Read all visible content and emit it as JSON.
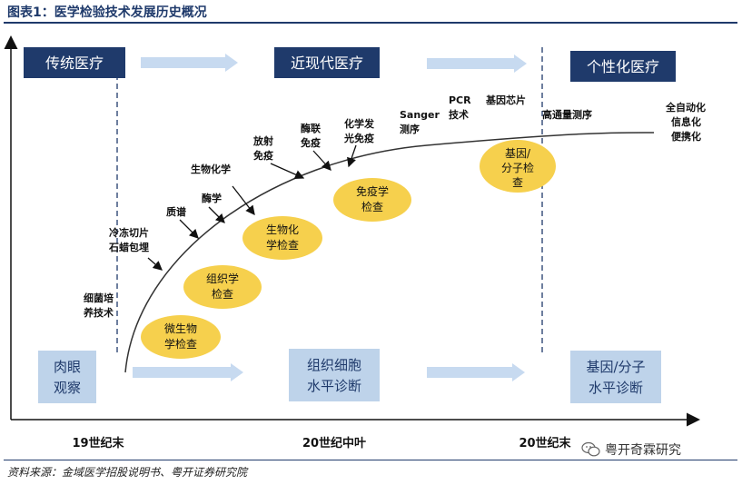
{
  "title": "图表1：医学检验技术发展历史概况",
  "eras": [
    "传统医疗",
    "近现代医疗",
    "个性化医疗"
  ],
  "bottom_levels": [
    [
      "肉眼",
      "观察"
    ],
    [
      "组织细胞",
      "水平诊断"
    ],
    [
      "基因/分子",
      "水平诊断"
    ]
  ],
  "axis_ticks": [
    "19世纪末",
    "20世纪中叶",
    "20世纪末"
  ],
  "ellipses": [
    [
      "微生物",
      "学检查"
    ],
    [
      "组织学",
      "检查"
    ],
    [
      "生物化",
      "学检查"
    ],
    [
      "免疫学",
      "检查"
    ],
    [
      "基因/",
      "分子检",
      "查"
    ]
  ],
  "labels": {
    "bacteria": [
      "细菌培",
      "养技术"
    ],
    "frozen": [
      "冷冻切片",
      "石蜡包埋"
    ],
    "mass": [
      "质谱"
    ],
    "enzymology": [
      "酶学"
    ],
    "biochem": [
      "生物化学"
    ],
    "radioimmuno": [
      "放射",
      "免疫"
    ],
    "enzymeimmuno": [
      "酶联",
      "免疫"
    ],
    "chemilum": [
      "化学发",
      "光免疫"
    ],
    "sanger": [
      "Sanger",
      "测序"
    ],
    "pcr": [
      "PCR",
      "技术"
    ],
    "chip": [
      "基因芯片"
    ],
    "hts": [
      "高通量测序"
    ],
    "auto": [
      "全自动化",
      "信息化",
      "便携化"
    ]
  },
  "source": "资料来源：金域医学招股说明书、粤开证券研究院",
  "watermark": "粤开奇霖研究"
}
